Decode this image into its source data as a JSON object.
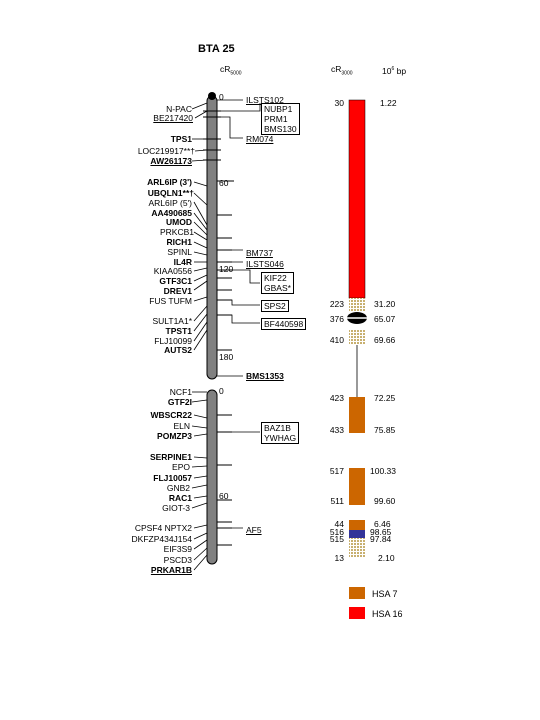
{
  "title": "BTA 25",
  "units": {
    "cr_left": "cR",
    "cr_left_sub": "5000",
    "cr_right": "cR",
    "cr_right_sub": "3000",
    "bp": "10",
    "bp_sup": "6",
    "bp_tail": " bp"
  },
  "scale_top": [
    "0",
    "60",
    "120",
    "180"
  ],
  "scale_bottom": [
    "0",
    "60"
  ],
  "left_labels_top": [
    {
      "text": "N-PAC",
      "bold": false,
      "underline": false
    },
    {
      "text": "BE217420",
      "bold": false,
      "underline": true
    },
    {
      "text": "TPS1",
      "bold": true,
      "underline": false
    },
    {
      "text": "LOC219917**†",
      "bold": false,
      "underline": false
    },
    {
      "text": "AW261173",
      "bold": true,
      "underline": true
    },
    {
      "text": "ARL6IP (3')",
      "bold": true,
      "underline": false
    },
    {
      "text": "UBQLN1**†",
      "bold": true,
      "underline": false
    },
    {
      "text": "ARL6IP (5')",
      "bold": false,
      "underline": false
    },
    {
      "text": "AA490685",
      "bold": true,
      "underline": false
    },
    {
      "text": "UMOD",
      "bold": true,
      "underline": false
    },
    {
      "text": "PRKCB1",
      "bold": false,
      "underline": false
    },
    {
      "text": "RICH1",
      "bold": true,
      "underline": false
    },
    {
      "text": "SPINL",
      "bold": false,
      "underline": false
    },
    {
      "text": "IL4R",
      "bold": true,
      "underline": false
    },
    {
      "text": "KIAA0556",
      "bold": false,
      "underline": false
    },
    {
      "text": "GTF3C1",
      "bold": true,
      "underline": false
    },
    {
      "text": "DREV1",
      "bold": true,
      "underline": false
    },
    {
      "text": "FUS TUFM",
      "bold": false,
      "underline": false
    },
    {
      "text": "SULT1A1*",
      "bold": false,
      "underline": false
    },
    {
      "text": "TPST1",
      "bold": true,
      "underline": false
    },
    {
      "text": "FLJ10099",
      "bold": false,
      "underline": false
    },
    {
      "text": "AUTS2",
      "bold": true,
      "underline": false
    }
  ],
  "left_labels_bottom": [
    {
      "text": "NCF1",
      "bold": false,
      "underline": false
    },
    {
      "text": "GTF2I",
      "bold": true,
      "underline": false
    },
    {
      "text": "WBSCR22",
      "bold": true,
      "underline": false
    },
    {
      "text": "ELN",
      "bold": false,
      "underline": false
    },
    {
      "text": "POMZP3",
      "bold": true,
      "underline": false
    },
    {
      "text": "SERPINE1",
      "bold": true,
      "underline": false
    },
    {
      "text": "EPO",
      "bold": false,
      "underline": false
    },
    {
      "text": "FLJ10057",
      "bold": true,
      "underline": false
    },
    {
      "text": "GNB2",
      "bold": false,
      "underline": false
    },
    {
      "text": "RAC1",
      "bold": true,
      "underline": false
    },
    {
      "text": "GIOT-3",
      "bold": false,
      "underline": false
    },
    {
      "text": "CPSF4 NPTX2",
      "bold": false,
      "underline": false
    },
    {
      "text": "DKFZP434J154",
      "bold": false,
      "underline": false
    },
    {
      "text": "EIF3S9",
      "bold": false,
      "underline": false
    },
    {
      "text": "PSCD3",
      "bold": false,
      "underline": false
    },
    {
      "text": "PRKAR1B",
      "bold": true,
      "underline": true
    }
  ],
  "right_markers": [
    "ILSTS102",
    "RM074",
    "BM737",
    "ILSTS046",
    "BMS1353",
    "AF5"
  ],
  "right_boxes": [
    {
      "lines": [
        "NUBP1",
        "PRM1",
        "BMS130"
      ]
    },
    {
      "lines": [
        "KIF22",
        "GBAS*"
      ]
    },
    {
      "lines": [
        "SPS2"
      ]
    },
    {
      "lines": [
        "BF440598"
      ]
    },
    {
      "lines": [
        "BAZ1B",
        "YWHAG"
      ]
    }
  ],
  "rh_cr": [
    "30",
    "223",
    "376",
    "410",
    "423",
    "433",
    "517",
    "511",
    "44",
    "516",
    "515",
    "13"
  ],
  "rh_bp": [
    "1.22",
    "31.20",
    "65.07",
    "69.66",
    "72.25",
    "75.85",
    "100.33",
    "99.60",
    "6.46",
    "98.65",
    "97.84",
    "2.10"
  ],
  "legend": [
    {
      "label": "HSA 7",
      "color": "#cc6600"
    },
    {
      "label": "HSA 16",
      "color": "#ff0000"
    }
  ],
  "colors": {
    "chromosome": "#808080",
    "hsa7": "#cc6600",
    "hsa16": "#ff0000",
    "hatch": "#c8b070",
    "blue_block": "#333399"
  }
}
